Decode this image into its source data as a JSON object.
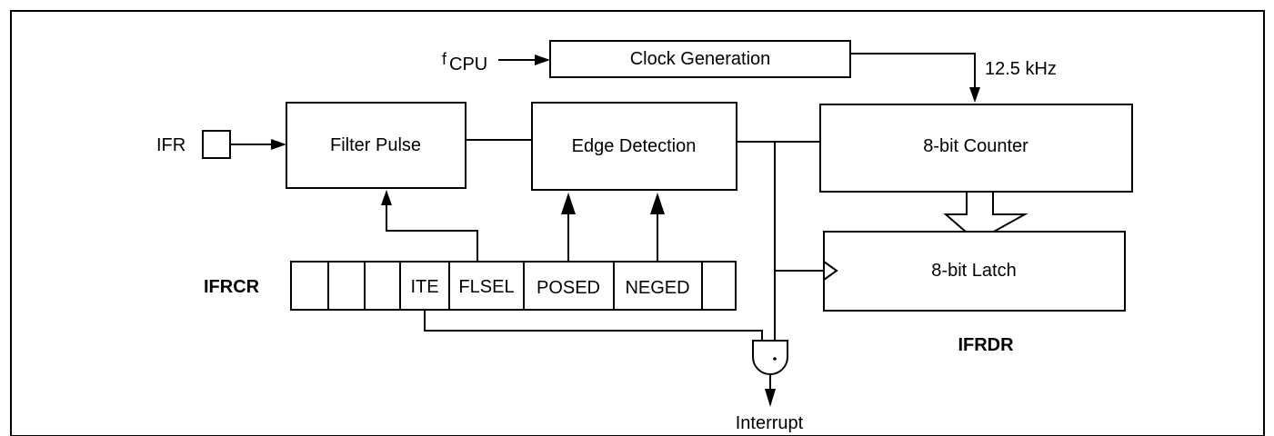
{
  "blocks": {
    "clock_generation": "Clock Generation",
    "filter_pulse": "Filter Pulse",
    "edge_detection": "Edge Detection",
    "counter": "8-bit Counter",
    "latch": "8-bit Latch"
  },
  "signals": {
    "fcpu_base": "f",
    "fcpu_sub": "CPU",
    "clock_rate": "12.5 kHz",
    "ifr_pin": "IFR",
    "interrupt": "Interrupt"
  },
  "registers": {
    "control_name": "IFRCR",
    "data_name": "IFRDR",
    "control_bits": [
      "",
      "",
      "",
      "ITE",
      "FLSEL",
      "POSED",
      "NEGED",
      ""
    ]
  }
}
